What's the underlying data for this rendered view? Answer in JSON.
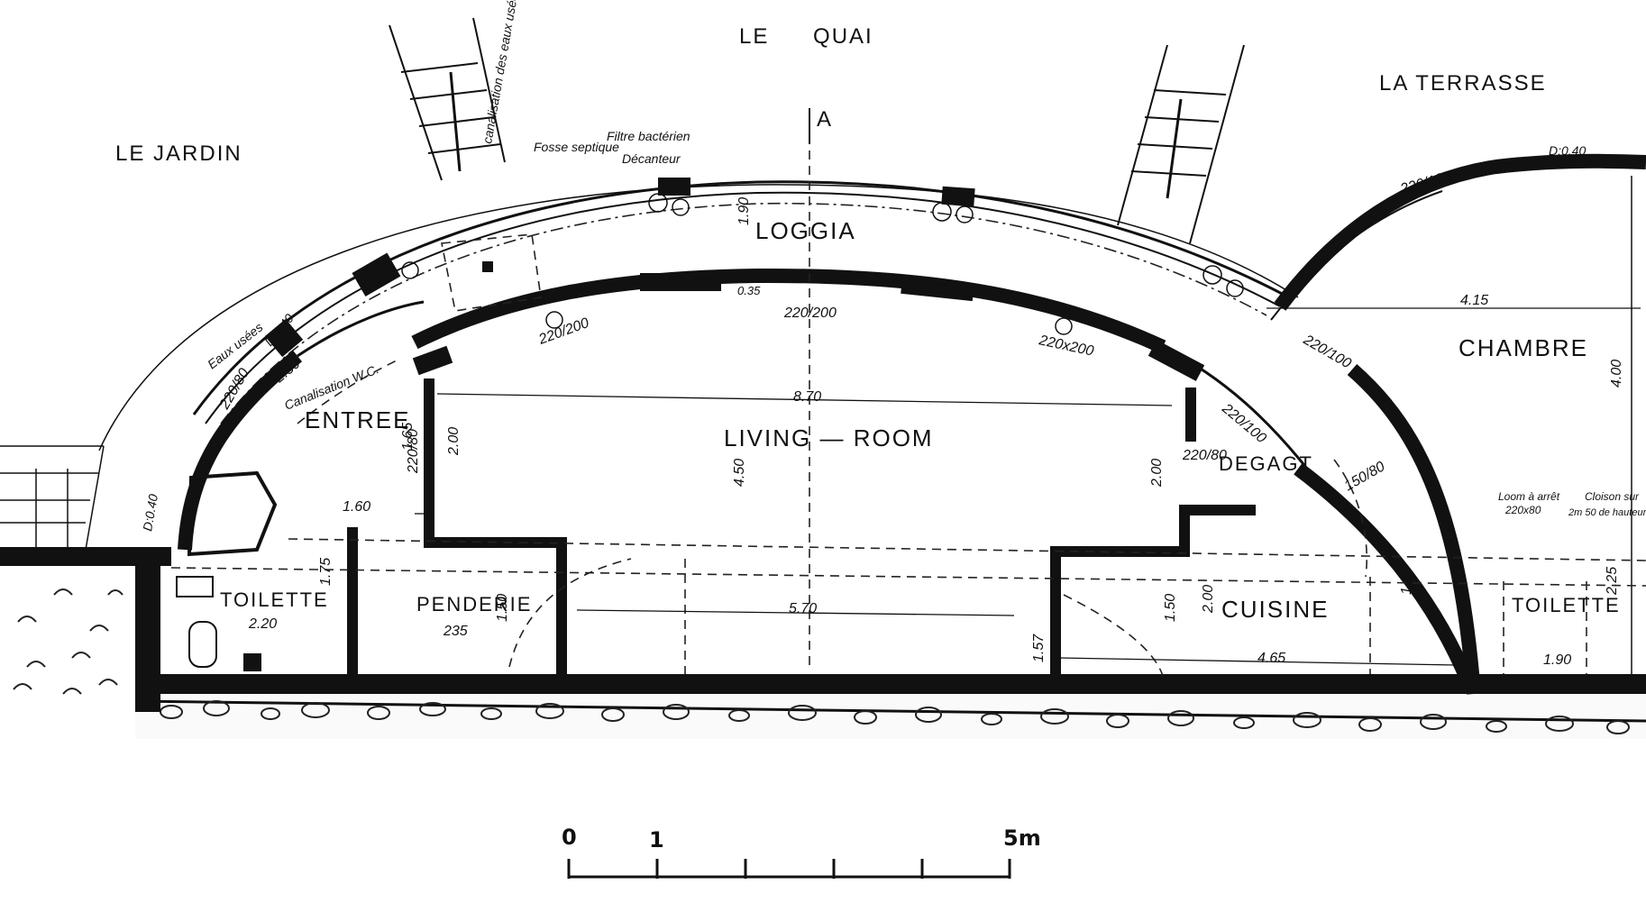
{
  "site": {
    "quai": "LE QUAI",
    "jardin": "LE JARDIN",
    "terrasse": "LA TERRASSE",
    "axis_mark": "A"
  },
  "rooms": {
    "loggia": "LOGGIA",
    "living": "LIVING — ROOM",
    "entree": "ENTREE",
    "chambre": "CHAMBRE",
    "degagement": "DEGAGT",
    "cuisine": "CUISINE",
    "penderie": "PENDERIE",
    "toilette_left": "TOILETTE",
    "toilette_right": "TOILETTE"
  },
  "notes": {
    "fosse": "Fosse septique",
    "filtre": "Filtre bactérien",
    "decanteur": "Décanteur",
    "eaux_usees": "Eaux usées",
    "canalisation_wc": "Canalisation W.C.",
    "canalisation_eaux": "canalisation des eaux usées",
    "d040_left": "D:0.40",
    "d040_right": "D:0.40",
    "d040_vertical": "D:0.40",
    "cloison_right": "Cloison sur",
    "cloison_right_2": "2m 50 de hauteur",
    "loom": "Loom à arrêt",
    "loom_2": "220x80"
  },
  "dimensions": {
    "d_870": "8.70",
    "d_570": "5.70",
    "d_465": "4.65",
    "d_415": "4.15",
    "d_400": "4.00",
    "d_450": "4.50",
    "d_190_loggia": "1.90",
    "d_035": "0.35",
    "d_220_200_a": "220/200",
    "d_220_200_b": "220/200",
    "d_220_200_c": "220x200",
    "d_220_100_a": "220/100",
    "d_220_100_b": "220/100",
    "d_220_100_c": "220/100",
    "d_220_80_a": "220/80",
    "d_220_80_b": "220/80",
    "d_220_80_c": "220/80",
    "d_150_80": "150/80",
    "d_250": "2.50",
    "d_165": "1.65",
    "d_200_a": "2.00",
    "d_200_b": "2.00",
    "d_200_c": "2.00",
    "d_160": "1.60",
    "d_175": "1.75",
    "d_220": "2.20",
    "d_235": "235",
    "d_150_a": "1.50",
    "d_150_b": "1.50",
    "d_157": "1.57",
    "d_180": "1.80",
    "d_225": "2.25",
    "d_190": "1.90"
  },
  "scale_bar": {
    "zero": "0",
    "one": "1",
    "five": "5m"
  }
}
